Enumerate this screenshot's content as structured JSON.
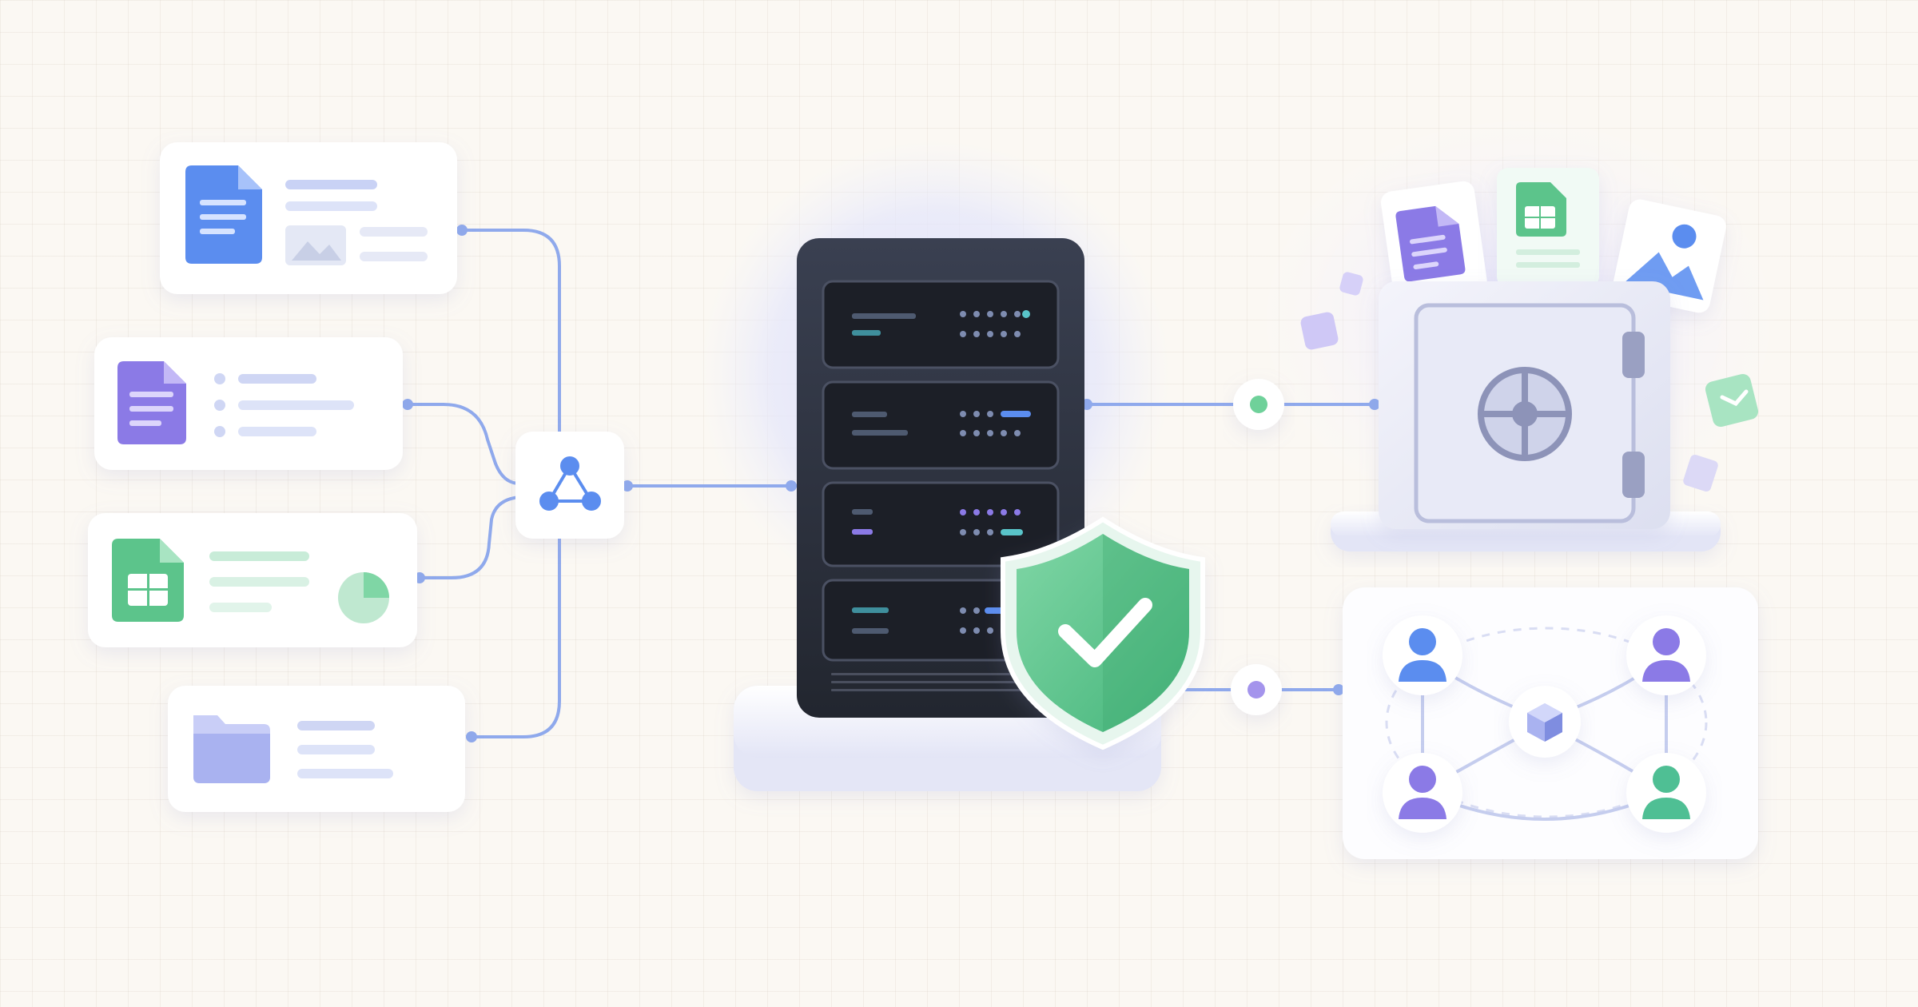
{
  "colors": {
    "background": "#fbf8f3",
    "connector": "#8fa9ec",
    "server_body": "#2c3140",
    "shield_green": "#5cc48b",
    "doc_blue": "#5b8def",
    "doc_purple": "#8b7ae6",
    "sheet_green": "#5cc48b",
    "folder_lavender": "#a9b2f0",
    "node_dot_green": "#6fd19a",
    "node_dot_purple": "#a494ec"
  },
  "sources": [
    {
      "name": "blue-document",
      "icon": "document-icon",
      "color": "#5b8def"
    },
    {
      "name": "purple-document-list",
      "icon": "document-icon",
      "color": "#8b7ae6"
    },
    {
      "name": "spreadsheet-chart",
      "icon": "spreadsheet-icon",
      "color": "#5cc48b"
    },
    {
      "name": "folder",
      "icon": "folder-icon",
      "color": "#a9b2f0"
    }
  ],
  "hub_icon": "share-network-icon",
  "server_icon": "server-rack-icon",
  "security_icon": "shield-check-icon",
  "storage_icon": "vault-safe-icon",
  "storage_file_icons": [
    "document-icon",
    "spreadsheet-icon",
    "image-icon"
  ],
  "network_icon": "user-network-icon",
  "network_users": [
    {
      "icon": "user-icon",
      "color": "#5b8def"
    },
    {
      "icon": "user-icon",
      "color": "#8b7ae6"
    },
    {
      "icon": "user-icon",
      "color": "#8b7ae6"
    },
    {
      "icon": "user-icon",
      "color": "#4fbf94"
    }
  ]
}
